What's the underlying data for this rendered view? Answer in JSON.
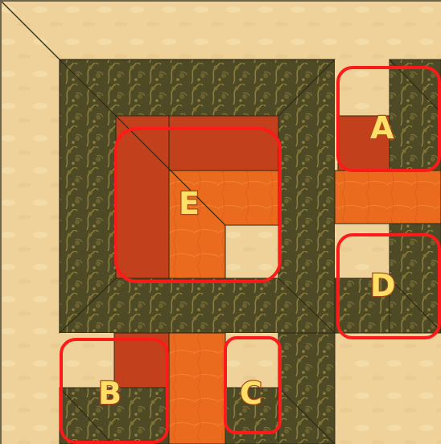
{
  "colors": {
    "background_light": "#f0d39a",
    "cream": "#efd7a4",
    "dark_fabric": "#4f4a26",
    "dark_fabric_accent": "#827636",
    "rust": "#c2401c",
    "orange": "#ea6a1e",
    "highlight_outline": "#ff1a1a",
    "label_fill": "#ffe066",
    "label_stroke": "#a8481c"
  },
  "regions": [
    {
      "id": "A",
      "label": "A"
    },
    {
      "id": "B",
      "label": "B"
    },
    {
      "id": "C",
      "label": "C"
    },
    {
      "id": "D",
      "label": "D"
    },
    {
      "id": "E",
      "label": "E"
    }
  ]
}
